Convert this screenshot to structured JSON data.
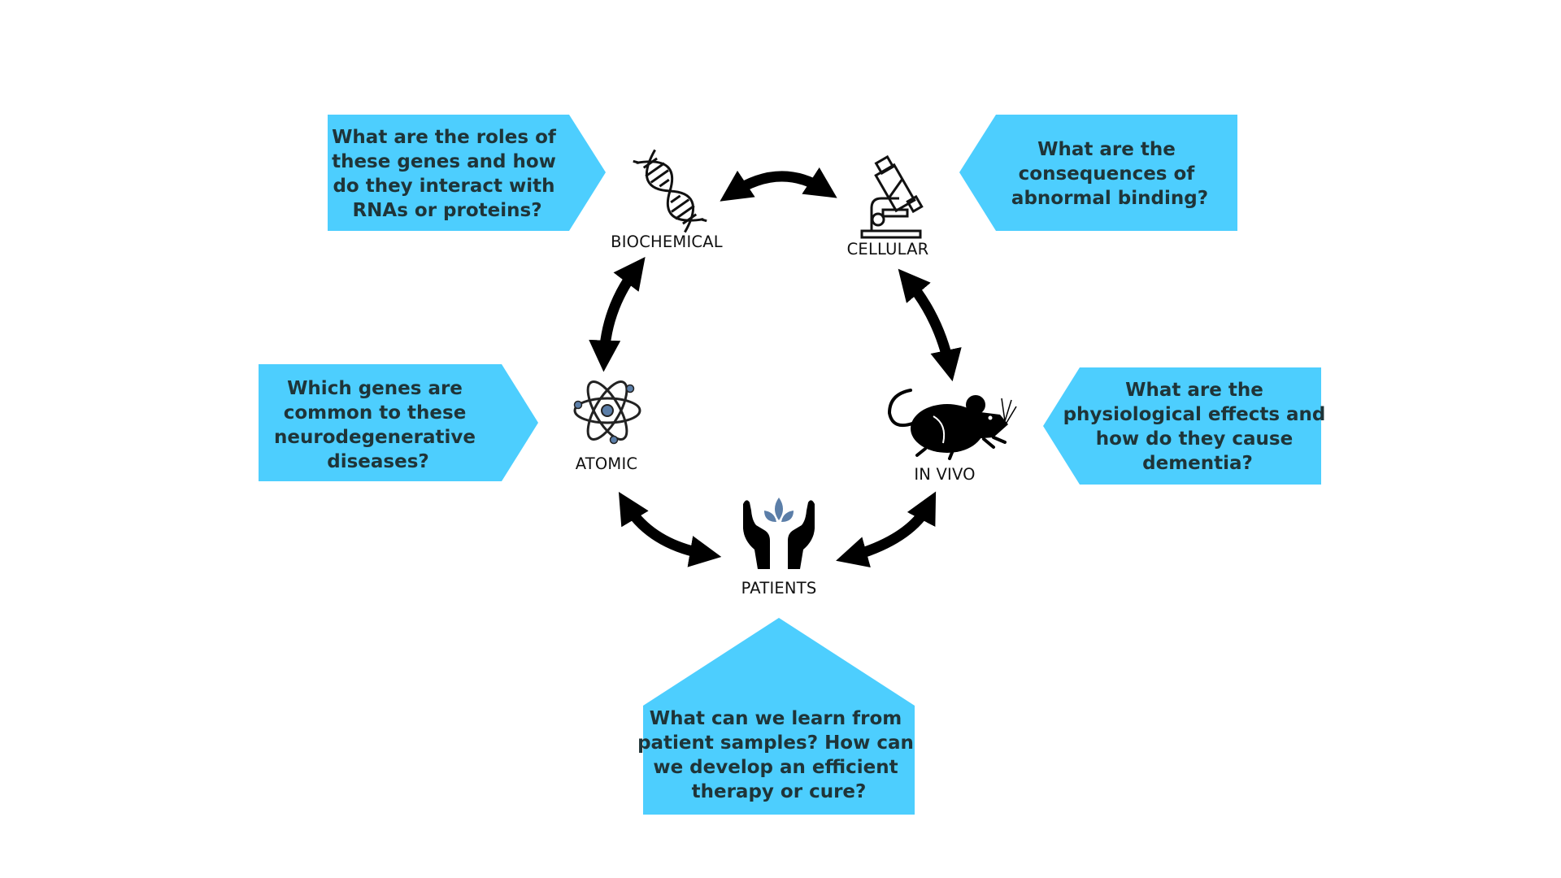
{
  "nodes": {
    "biochemical": {
      "label": "BIOCHEMICAL",
      "icon": "dna-icon"
    },
    "cellular": {
      "label": "CELLULAR",
      "icon": "microscope-icon"
    },
    "atomic": {
      "label": "ATOMIC",
      "icon": "atom-icon"
    },
    "in_vivo": {
      "label": "IN VIVO",
      "icon": "mouse-icon"
    },
    "patients": {
      "label": "PATIENTS",
      "icon": "hands-holding-plant-icon"
    }
  },
  "questions": {
    "biochemical": [
      "What are the roles of",
      "these genes and how",
      "do they interact with",
      "RNAs or proteins?"
    ],
    "cellular": [
      "What are the",
      "consequences of",
      "abnormal binding?"
    ],
    "atomic": [
      "Which genes are",
      "common to these",
      "neurodegenerative",
      "diseases?"
    ],
    "in_vivo": [
      "What are the",
      "physiological effects and",
      "how do they cause",
      "dementia?"
    ],
    "patients": [
      "What can we learn from",
      "patient samples? How can",
      "we develop an efficient",
      "therapy or cure?"
    ]
  },
  "colors": {
    "callout": "#4dcefe",
    "text": "#1f3438",
    "arrow": "#000000",
    "plant_accent": "#5b7ea8"
  }
}
